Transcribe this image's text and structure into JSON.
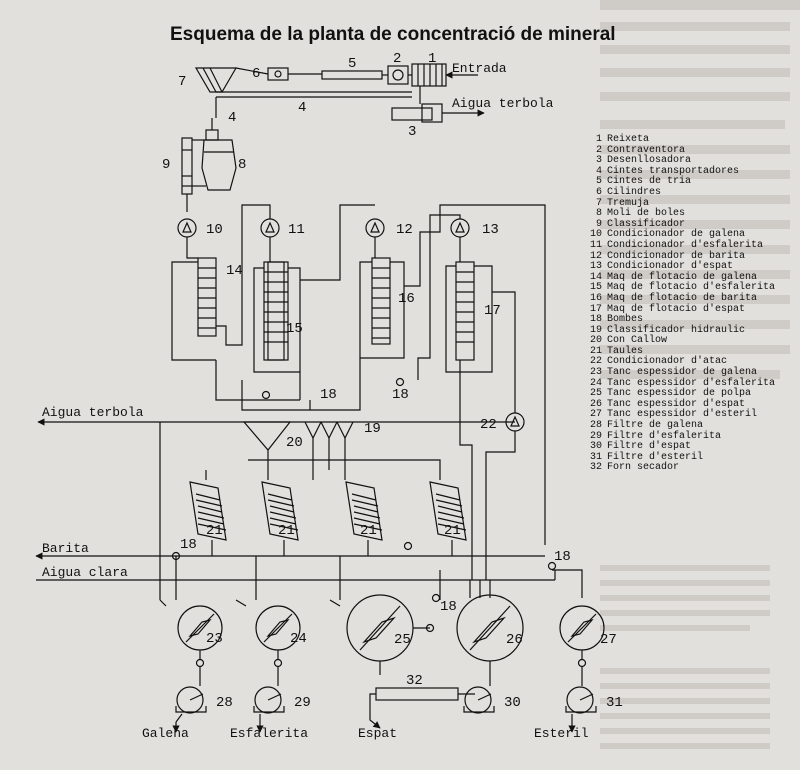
{
  "title": "Esquema de la planta de concentració de mineral",
  "legend": [
    {
      "n": "1",
      "label": "Reixeta"
    },
    {
      "n": "2",
      "label": "Contraventora"
    },
    {
      "n": "3",
      "label": "Desenllosadora"
    },
    {
      "n": "4",
      "label": "Cintes transportadores"
    },
    {
      "n": "5",
      "label": "Cintes de tria"
    },
    {
      "n": "6",
      "label": "Cilindres"
    },
    {
      "n": "7",
      "label": "Tremuja"
    },
    {
      "n": "8",
      "label": "Moli de boles"
    },
    {
      "n": "9",
      "label": "Classificador"
    },
    {
      "n": "10",
      "label": "Condicionador de galena"
    },
    {
      "n": "11",
      "label": "Condicionador d'esfalerita"
    },
    {
      "n": "12",
      "label": "Condicionador de barita"
    },
    {
      "n": "13",
      "label": "Condicionador d'espat"
    },
    {
      "n": "14",
      "label": "Maq de flotacio de galena"
    },
    {
      "n": "15",
      "label": "Maq de flotacio d'esfalerita"
    },
    {
      "n": "16",
      "label": "Maq de flotacio de barita"
    },
    {
      "n": "17",
      "label": "Maq de flotacio d'espat"
    },
    {
      "n": "18",
      "label": "Bombes"
    },
    {
      "n": "19",
      "label": "Classificador hidraulic"
    },
    {
      "n": "20",
      "label": "Con Callow"
    },
    {
      "n": "21",
      "label": "Taules"
    },
    {
      "n": "22",
      "label": "Condicionador d'atac"
    },
    {
      "n": "23",
      "label": "Tanc espessidor de galena"
    },
    {
      "n": "24",
      "label": "Tanc espessidor d'esfalerita"
    },
    {
      "n": "25",
      "label": "Tanc espessidor de polpa"
    },
    {
      "n": "26",
      "label": "Tanc espessidor d'espat"
    },
    {
      "n": "27",
      "label": "Tanc espessidor d'esteril"
    },
    {
      "n": "28",
      "label": "Filtre de galena"
    },
    {
      "n": "29",
      "label": "Filtre d'esfalerita"
    },
    {
      "n": "30",
      "label": "Filtre d'espat"
    },
    {
      "n": "31",
      "label": "Filtre d'esteril"
    },
    {
      "n": "32",
      "label": "Forn secador"
    }
  ],
  "flows": {
    "entrada": "Entrada",
    "aigua_terbola_top": "Aigua terbola",
    "aigua_terbola_left": "Aigua terbola",
    "barita": "Barita",
    "aigua_clara": "Aigua clara"
  },
  "products": {
    "galena": "Galena",
    "esfalerita": "Esfalerita",
    "espat": "Espat",
    "esteril": "Esteril"
  },
  "numbers": {
    "n1": "1",
    "n2": "2",
    "n3": "3",
    "n4a": "4",
    "n4b": "4",
    "n5": "5",
    "n6": "6",
    "n7": "7",
    "n8": "8",
    "n9": "9",
    "n10": "10",
    "n11": "11",
    "n12": "12",
    "n13": "13",
    "n14": "14",
    "n15": "15",
    "n16": "16",
    "n17": "17",
    "n18a": "18",
    "n18b": "18",
    "n18c": "18",
    "n18d": "18",
    "n18e": "18",
    "n19": "19",
    "n20": "20",
    "n21a": "21",
    "n21b": "21",
    "n21c": "21",
    "n21d": "21",
    "n22": "22",
    "n23": "23",
    "n24": "24",
    "n25": "25",
    "n26": "26",
    "n27": "27",
    "n28": "28",
    "n29": "29",
    "n30": "30",
    "n31": "31",
    "n32": "32"
  }
}
